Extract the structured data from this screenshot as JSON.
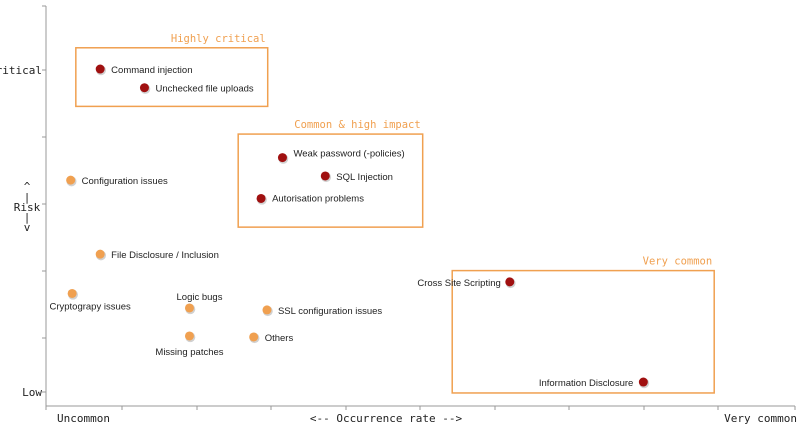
{
  "chart_data": {
    "type": "scatter",
    "x_axis": {
      "label": "<-- Occurrence rate -->",
      "min_label": "Uncommon",
      "max_label": "Very common",
      "range": [
        0,
        100
      ]
    },
    "y_axis": {
      "label": [
        "^",
        "|",
        "Risk",
        "|",
        "v"
      ],
      "ticks": [
        {
          "label": "Critical",
          "value": 100
        },
        {
          "label": "Low",
          "value": 0
        }
      ],
      "range": [
        0,
        100
      ]
    },
    "grid": false,
    "colors": {
      "high": "#a01010",
      "moderate": "#f0a050",
      "box": "#f0a050",
      "axis": "#999999"
    },
    "groups": [
      {
        "label": "Highly critical",
        "x": [
          3.5,
          29.5
        ],
        "y": [
          88.7,
          106.9
        ]
      },
      {
        "label": "Common & high impact",
        "x": [
          25.5,
          50.5
        ],
        "y": [
          51.2,
          80.1
        ]
      },
      {
        "label": "Very common",
        "x": [
          54.5,
          90
        ],
        "y": [
          -0.3,
          37.7
        ]
      }
    ],
    "points": [
      {
        "label": "Command injection",
        "x": 6.8,
        "y": 100.3,
        "severity": "high"
      },
      {
        "label": "Unchecked file uploads",
        "x": 12.8,
        "y": 94.5,
        "severity": "high"
      },
      {
        "label": "Weak password (-policies)",
        "x": 31.5,
        "y": 72.8,
        "severity": "high"
      },
      {
        "label": "SQL Injection",
        "x": 37.3,
        "y": 67.1,
        "severity": "high"
      },
      {
        "label": "Autorisation problems",
        "x": 28.6,
        "y": 60.1,
        "severity": "high"
      },
      {
        "label": "Configuration issues",
        "x": 2.8,
        "y": 65.8,
        "severity": "moderate"
      },
      {
        "label": "File Disclosure / Inclusion",
        "x": 6.8,
        "y": 42.8,
        "severity": "moderate"
      },
      {
        "label": "Cryptograpy issues",
        "x": 3.0,
        "y": 30.6,
        "severity": "moderate"
      },
      {
        "label": "Logic bugs",
        "x": 18.9,
        "y": 26.1,
        "severity": "moderate"
      },
      {
        "label": "Missing patches",
        "x": 18.9,
        "y": 17.4,
        "severity": "moderate"
      },
      {
        "label": "SSL configuration issues",
        "x": 29.4,
        "y": 25.5,
        "severity": "moderate"
      },
      {
        "label": "Others",
        "x": 27.6,
        "y": 17.1,
        "severity": "moderate"
      },
      {
        "label": "Cross Site Scripting",
        "x": 62.3,
        "y": 34.2,
        "severity": "high"
      },
      {
        "label": "Information Disclosure",
        "x": 80.4,
        "y": 3.1,
        "severity": "high"
      }
    ]
  }
}
